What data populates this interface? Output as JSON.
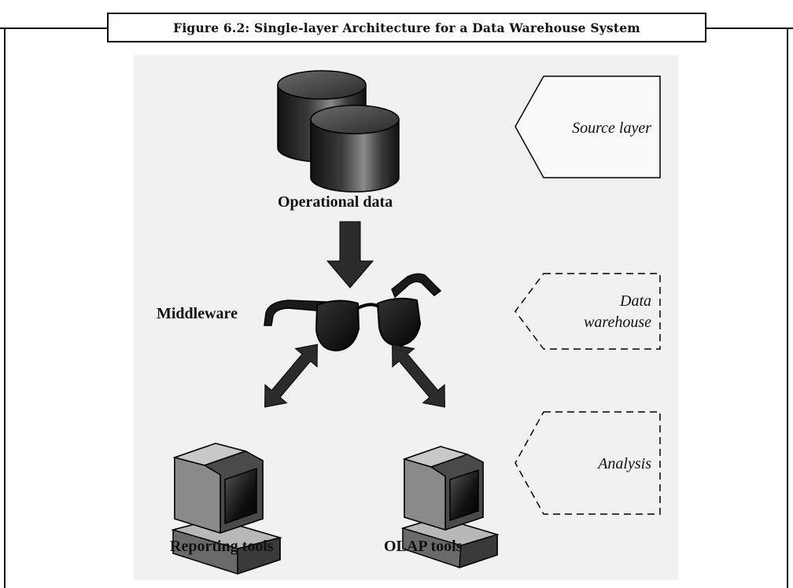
{
  "figure": {
    "caption": "Figure 6.2: Single-layer Architecture for a Data Warehouse System"
  },
  "components": {
    "operational_data": "Operational data",
    "middleware": "Middleware",
    "reporting_tools": "Reporting tools",
    "olap_tools": "OLAP tools"
  },
  "layers": {
    "source": "Source layer",
    "warehouse_line1": "Data",
    "warehouse_line2": "warehouse",
    "analysis": "Analysis"
  },
  "icons": [
    "database-icon",
    "glasses-icon",
    "computer-icon",
    "arrow-down-icon",
    "double-arrow-icon"
  ]
}
